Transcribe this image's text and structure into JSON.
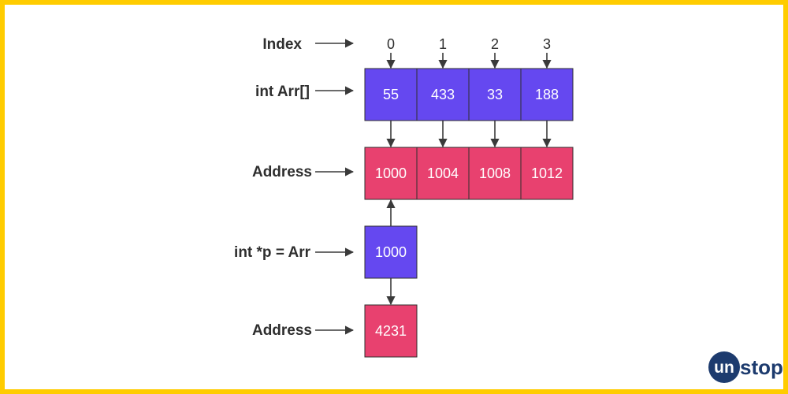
{
  "colors": {
    "frame": "#ffcc00",
    "value_cell": "#6548f0",
    "address_cell": "#e8416f",
    "arrow": "#3a3a3a",
    "label": "#2e2e2e",
    "logo_circle": "#1d3b6e"
  },
  "labels": {
    "index": "Index",
    "array": "int Arr[]",
    "address": "Address",
    "pointer": "int *p = Arr",
    "pointer_address": "Address"
  },
  "indices": [
    "0",
    "1",
    "2",
    "3"
  ],
  "array_values": [
    "55",
    "433",
    "33",
    "188"
  ],
  "addresses": [
    "1000",
    "1004",
    "1008",
    "1012"
  ],
  "pointer_value": "1000",
  "pointer_own_address": "4231",
  "logo": {
    "prefix": "un",
    "suffix": "stop"
  }
}
